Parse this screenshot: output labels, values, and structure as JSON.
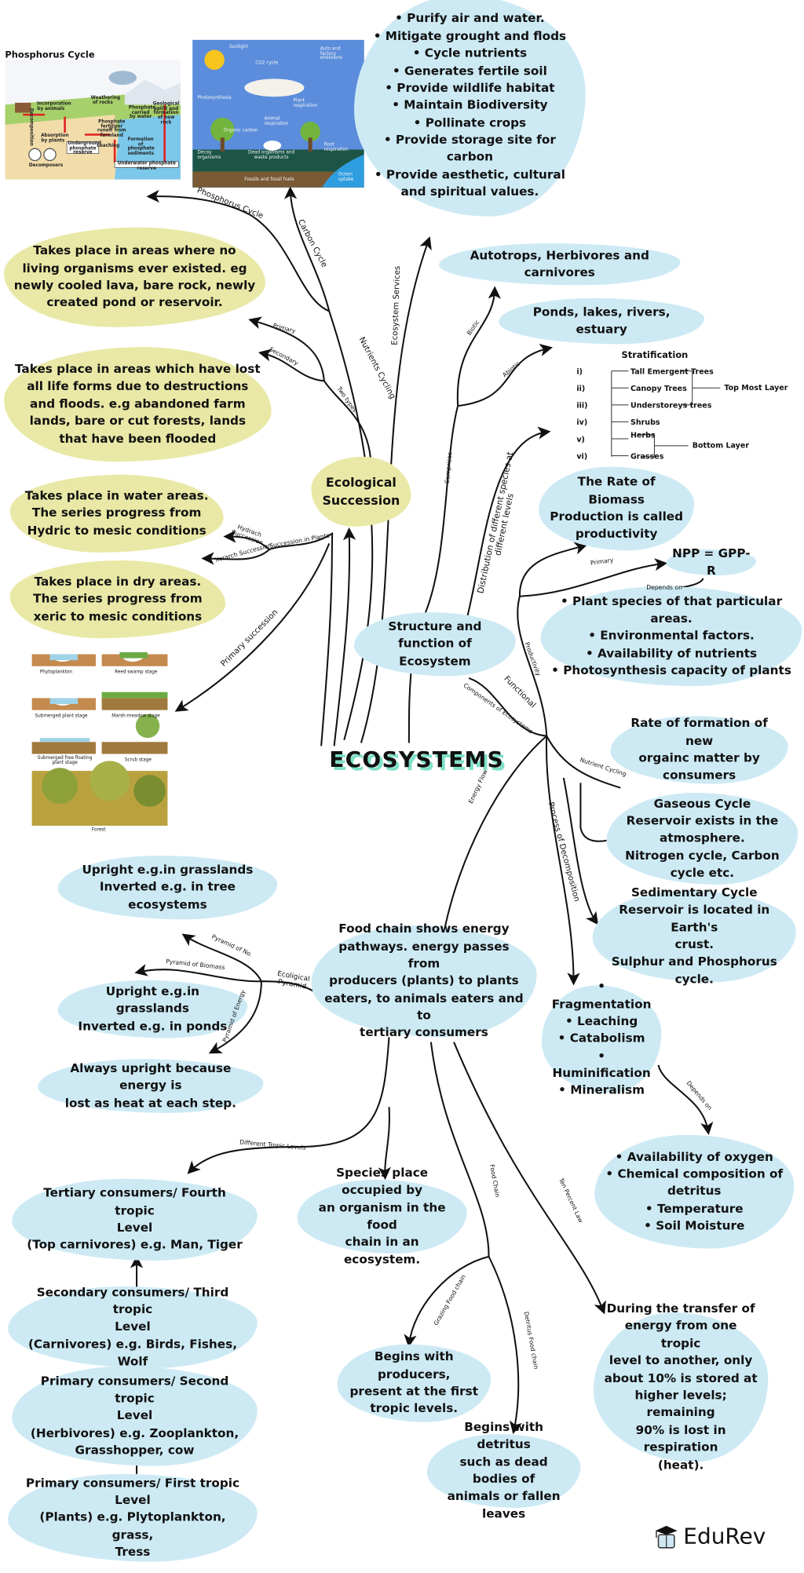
{
  "title": "ECOSYSTEMS",
  "colors": {
    "blue_bubble": "#cdeaf4",
    "yellow_bubble": "#e9e8a6",
    "title_shadow": "#7ee0c8",
    "line": "#111111"
  },
  "images": {
    "phosphorus": {
      "title": "Phosphorus Cycle",
      "labels": [
        "Incorporation by animals",
        "Weathering of rocks",
        "Phosphate carried by water",
        "Geological uplift and formation of new rock",
        "Phosphate fertilizer runoff from farmland",
        "Absorption by plants",
        "Decomposition",
        "Underground phosphate reserve",
        "Leaching",
        "Formation of phosphate sediments",
        "Decomposers",
        "Underwater phosphate reserve"
      ]
    },
    "carbon": {
      "labels": [
        "Sunlight",
        "CO2 cycle",
        "Auto and factory emissions",
        "Photosynthesis",
        "Plant respiration",
        "Animal respiration",
        "Organic carbon",
        "Decay organisms",
        "Dead organisms and waste products",
        "Root respiration",
        "Fossils and fossil fuels",
        "Ocean uptake"
      ]
    },
    "succession": {
      "labels": [
        "Phytoplankton",
        "Reed swamp stage",
        "Submerged plant stage",
        "Marsh-meadow stage",
        "Submerged free floating plant stage",
        "Scrub stage",
        "Forest"
      ]
    }
  },
  "bubbles": {
    "services": "• Purify air and water.\n• Mitigate grought and flods\n• Cycle nutrients\n• Generates fertile soil\n• Provide wildlife habitat\n• Maintain Biodiversity\n• Pollinate crops\n• Provide storage site for carbon\n• Provide aesthetic, cultural and spiritual values.",
    "primary_succ": "Takes place in areas where no living organisms ever existed. eg newly cooled lava, bare rock, newly created pond or reservoir.",
    "secondary_succ": "Takes place in areas which have lost all life forms due to destructions and floods. e.g abandoned farm lands, bare or cut forests, lands that have been flooded",
    "hydrach": "Takes place in water areas. The series progress from Hydric to mesic conditions",
    "xerarch": "Takes place in dry areas. The series progress from xeric to mesic conditions",
    "eco_succession": "Ecological\nSuccession",
    "biotic": "Autotrops, Herbivores and carnivores",
    "abiotic": "Ponds, lakes, rivers, estuary",
    "productivity": "The Rate of Biomass\nProduction is called\nproductivity",
    "npp": "NPP = GPP-R",
    "npp_factors": "• Plant species of that particular areas.\n• Environmental factors.\n• Availability of nutrients\n• Photosynthesis capacity of plants",
    "structure": "Structure and\nfunction of Ecosystem",
    "secondary_prod": "Rate of formation of new\norgainc matter by\nconsumers",
    "gaseous": "Gaseous Cycle\nReservoir exists in the\natmosphere.\nNitrogen cycle, Carbon cycle etc.",
    "sedimentary": "Sedimentary Cycle\nReservoir is located in Earth's\ncrust.\nSulphur and Phosphorus cycle.",
    "pyramid_no": "Upright e.g.in grasslands\nInverted e.g. in tree ecosystems",
    "food_chain": "Food chain shows energy\npathways. energy passes from\nproducers (plants) to plants\neaters, to animals eaters and to\ntertiary consumers",
    "pyramid_biomass": "Upright e.g.in grasslands\nInverted e.g. in ponds",
    "pyramid_energy": "Always upright because energy is\nlost as heat at each step.",
    "decomposition": "• Fragmentation\n• Leaching\n• Catabolism\n• Huminification\n• Mineralism",
    "decomp_factors": "• Availability of oxygen\n• Chemical composition of\ndetritus\n• Temperature\n• Soil Moisture",
    "tertiary": "Tertiary consumers/ Fourth tropic\nLevel\n(Top carnivores) e.g. Man, Tiger",
    "niche": "Species place occupied by\nan organism in the food\nchain in an ecosystem.",
    "secondary_cons": "Secondary consumers/ Third tropic\nLevel\n(Carnivores) e.g. Birds, Fishes, Wolf",
    "primary_cons": "Primary consumers/ Second tropic\nLevel\n(Herbivores) e.g. Zooplankton,\nGrasshopper, cow",
    "grazing": "Begins with producers,\npresent at the first\ntropic levels.",
    "ten_percent": "During the transfer of\nenergy from one tropic\nlevel to another, only\nabout 10% is stored at\nhigher levels; remaining\n90% is lost in respiration\n(heat).",
    "detritus": "Begins with detritus\nsuch as dead  bodies of\nanimals or fallen leaves",
    "producers": "Primary consumers/ First tropic\nLevel\n(Plants) e.g. Plytoplankton, grass,\nTress"
  },
  "stratification": {
    "title": "Stratification",
    "layers": [
      {
        "num": "i)",
        "name": "Tall Emergent Trees"
      },
      {
        "num": "ii)",
        "name": "Canopy Trees"
      },
      {
        "num": "iii)",
        "name": "Understoreys trees"
      },
      {
        "num": "iv)",
        "name": "Shrubs"
      },
      {
        "num": "v)",
        "name": "Herbs"
      },
      {
        "num": "vi)",
        "name": "Grasses"
      }
    ],
    "top_group": "Top Most Layer",
    "bottom_group": "Bottom Layer"
  },
  "labels": {
    "phosphorus_cycle": "Phosphorus Cycle",
    "carbon_cycle": "Carbon Cycle",
    "nutrients_cycling": "Nutrients Cycling",
    "ecosystem_services": "Ecosystem Services",
    "primary": "Primary",
    "secondary": "Secondary",
    "two_types": "Two types",
    "biotic": "Biotic",
    "abiotic": "Abiotic",
    "comprises": "Comprises",
    "distribution": "Distribution of different species at\ndifferent levels",
    "hydrach": "Hydrach\nSuccession",
    "xerarch": "Xerarch Succession",
    "succession_plants": "Succession in Plants",
    "primary_succession": "Primary succession",
    "productivity": "Productivity",
    "primary_prod": "Primary",
    "depends_on_npp": "Depends on",
    "functional": "Functional",
    "components": "Components of Ecosystems",
    "nutrient_cycling": "Nutrient Cycling",
    "decomposition": "Process of Decomposition",
    "energy_flow": "Energy Flow",
    "pyramid_no": "Pyramid of No.",
    "pyramid_biomass": "Pyramid of Biomass",
    "ecological_pyramid": "Ecoligical\nPyramid",
    "pyramid_energy": "Pyramid of Energy",
    "tropic_levels": "Different Tropic Levels",
    "food_chain": "Food Chain",
    "ten_percent": "Ten Percent Law",
    "grazing": "Grazing Food chain",
    "detritus": "Detritus Food chain",
    "depends_on_decomp": "Depends on"
  },
  "logo": {
    "text": "EduRev",
    "icon": "graduation-cap-book-icon"
  }
}
